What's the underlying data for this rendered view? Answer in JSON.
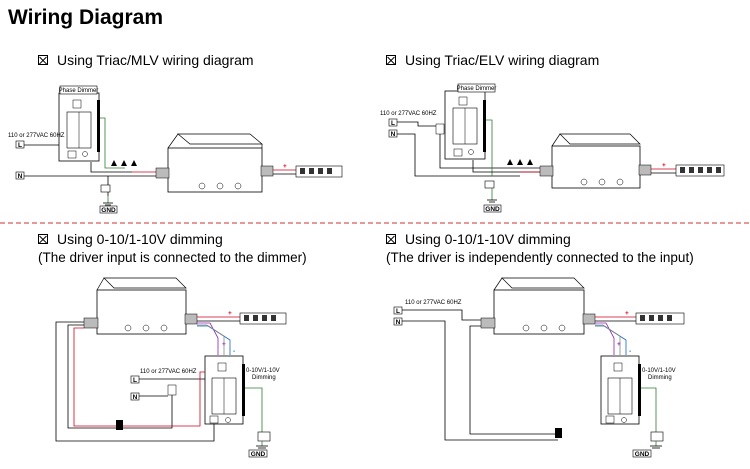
{
  "title": "Wiring Diagram",
  "sections": {
    "triac_mlv": {
      "heading": "Using Triac/MLV wiring diagram"
    },
    "triac_elv": {
      "heading": "Using Triac/ELV wiring diagram"
    },
    "dim_via_dimmer": {
      "heading": "Using 0-10/1-10V dimming",
      "note": "(The driver input is connected to the dimmer)"
    },
    "dim_independent": {
      "heading": "Using 0-10/1-10V dimming",
      "note": "(The driver is independently connected to the input)"
    }
  },
  "labels": {
    "phase_dimmer": "Phase Dimmer",
    "voltage": "110 or 277VAC 60HZ",
    "line": "L",
    "neutral": "N",
    "ground": "GND",
    "dimming_line1": "0-10V/1-10V",
    "dimming_line2": "Dimming",
    "plus": "+",
    "minus": "-"
  },
  "colors": {
    "divider": "#d32f2f",
    "positive_wire": "#d0021b",
    "dim_positive": "#8e24aa",
    "dim_negative": "#1565c0",
    "ground_wire": "#2e7d32"
  }
}
